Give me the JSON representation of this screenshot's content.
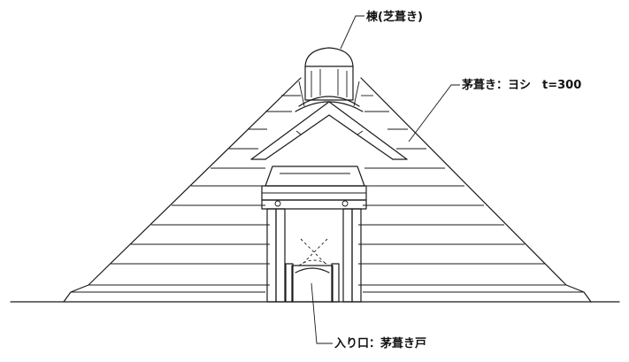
{
  "labels": {
    "ridge": "棟(芝葺き)",
    "roof": "茅葺き：ヨシ　t=300",
    "entrance": "入り口：茅葺き戸"
  },
  "colors": {
    "line": "#1a1a1a",
    "background": "#ffffff"
  }
}
